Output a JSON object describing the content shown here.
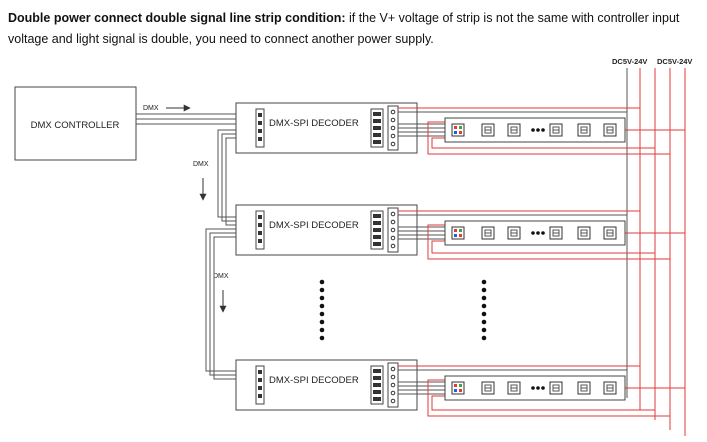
{
  "caption": {
    "bold": "Double power connect double signal line strip condition:",
    "rest": " if the V+ voltage of strip is not the same with controller input voltage and light signal is double, you need to connect another power supply."
  },
  "power_labels": [
    "DC5V-24V",
    "DC5V-24V"
  ],
  "controller": {
    "label": "DMX CONTROLLER"
  },
  "dmx_label": "DMX",
  "decoders": [
    {
      "label": "DMX-SPI DECODER"
    },
    {
      "label": "DMX-SPI DECODER"
    },
    {
      "label": "DMX-SPI DECODER"
    }
  ],
  "colors": {
    "power_wire": "#e23a3a",
    "signal_wire": "#555555",
    "outline": "#444444",
    "led_red": "#e53935",
    "led_green": "#43a047",
    "led_blue": "#1e63d6"
  }
}
